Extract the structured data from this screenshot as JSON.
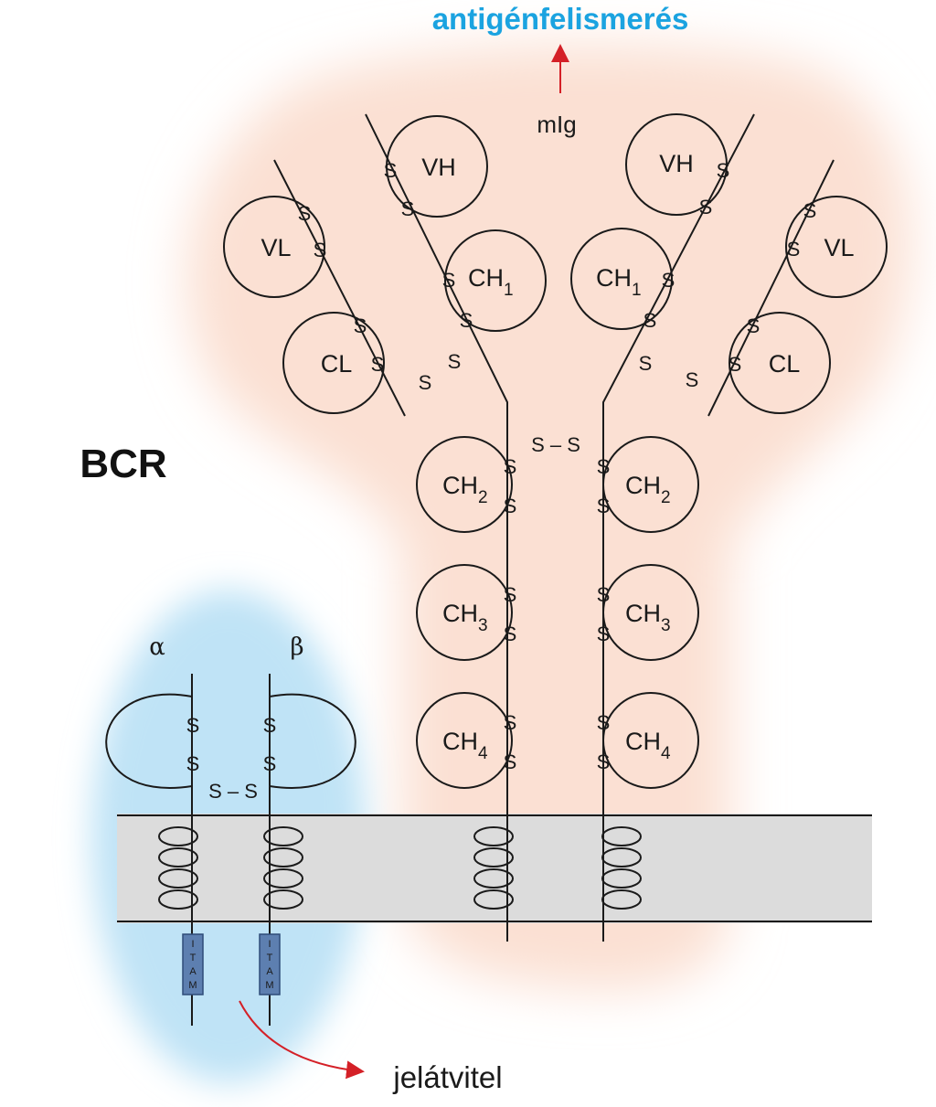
{
  "header": {
    "antigen_label": "antigénfelismerés",
    "mig_label": "mIg"
  },
  "bcr_label": "BCR",
  "igalpha_label": "α",
  "igbeta_label": "β",
  "signal_label": "jelátvitel",
  "domains": {
    "vh": "VH",
    "vl": "VL",
    "cl": "CL",
    "ch": "CH",
    "sub1": "1",
    "sub2": "2",
    "sub3": "3",
    "sub4": "4"
  },
  "sulfur": "S",
  "disulfide": "S – S",
  "itam_letters": [
    "I",
    "T",
    "A",
    "M"
  ],
  "colors": {
    "antigen_blue": "#1ba3e0",
    "mig_region": "#fbe2d8",
    "ig_alpha_beta_region": "#c6e6f7",
    "membrane": "#dedede",
    "itam_box": "#5d7fb0",
    "arrow": "#d42027"
  }
}
